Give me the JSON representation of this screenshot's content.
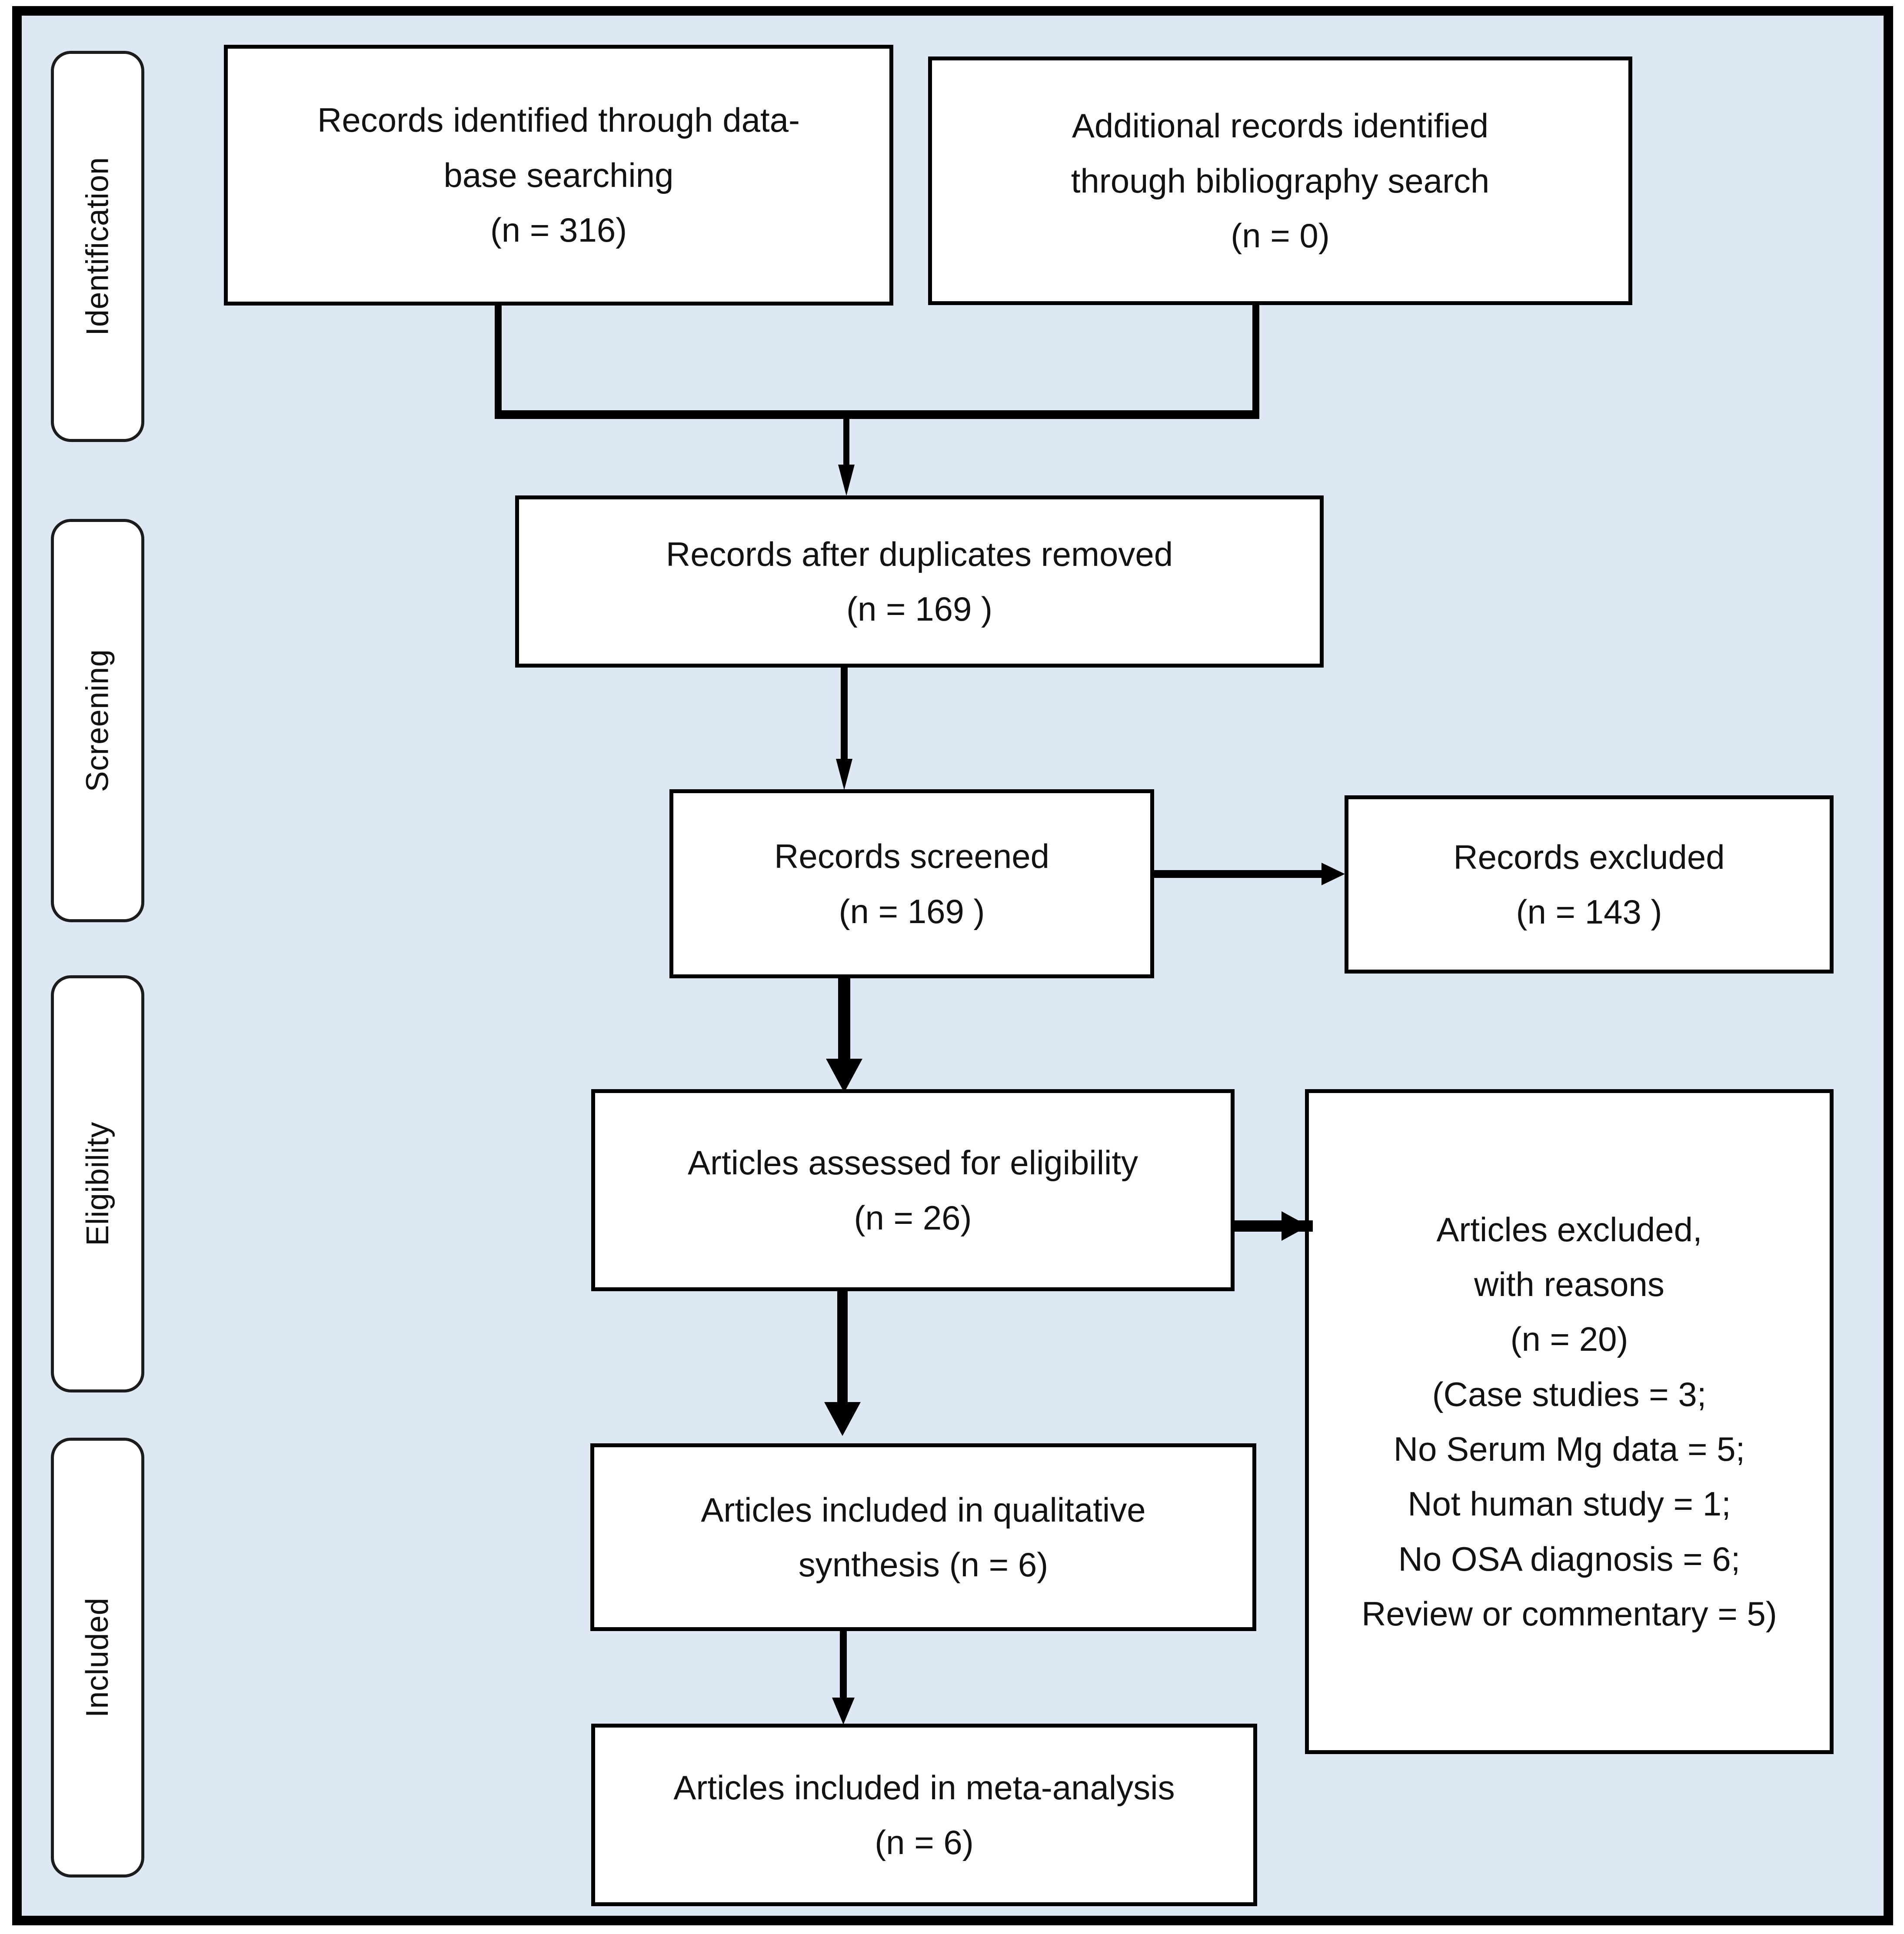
{
  "diagram": {
    "title": "PRISMA flow diagram",
    "background_color": "#dde8f4",
    "frame_border_color": "#000000",
    "box_fill_color": "#ffffff",
    "line_color": "#000000"
  },
  "stages": [
    {
      "id": "identification",
      "label": "Identification"
    },
    {
      "id": "screening",
      "label": "Screening"
    },
    {
      "id": "eligibility",
      "label": "Eligibility"
    },
    {
      "id": "included",
      "label": "Included"
    }
  ],
  "boxes": {
    "database_records": {
      "line1": "Records identified through data-",
      "line2": "base searching",
      "line3": "(n =  316)"
    },
    "bibliography_records": {
      "line1": "Additional records identified",
      "line2": "through bibliography search",
      "line3": "(n = 0)"
    },
    "after_duplicates": {
      "line1": "Records after duplicates removed",
      "line2": "(n = 169 )"
    },
    "records_screened": {
      "line1": "Records screened",
      "line2": "(n = 169 )"
    },
    "records_excluded": {
      "line1": "Records excluded",
      "line2": "(n = 143 )"
    },
    "assessed_eligibility": {
      "line1": "Articles assessed for eligibility",
      "line2": "(n = 26)"
    },
    "articles_excluded": {
      "line1": "Articles excluded,",
      "line2": "with reasons",
      "line3": "(n = 20)",
      "line4": "(Case studies = 3;",
      "line5": "No Serum Mg data = 5;",
      "line6": "Not human study = 1;",
      "line7": "No OSA diagnosis = 6;",
      "line8": "Review or commentary = 5)"
    },
    "qualitative_synthesis": {
      "line1": "Articles included in qualitative",
      "line2": "synthesis (n = 6)"
    },
    "meta_analysis": {
      "line1": "Articles included in meta-analysis",
      "line2": "(n = 6)"
    }
  },
  "chart_data": {
    "type": "diagram",
    "title": "PRISMA flow diagram",
    "nodes": [
      {
        "id": "database_records",
        "stage": "Identification",
        "label": "Records identified through data-base searching",
        "n": 316
      },
      {
        "id": "bibliography_records",
        "stage": "Identification",
        "label": "Additional records identified through bibliography search",
        "n": 0
      },
      {
        "id": "after_duplicates",
        "stage": "Screening",
        "label": "Records after duplicates removed",
        "n": 169
      },
      {
        "id": "records_screened",
        "stage": "Screening",
        "label": "Records screened",
        "n": 169
      },
      {
        "id": "records_excluded",
        "stage": "Screening",
        "label": "Records excluded",
        "n": 143
      },
      {
        "id": "assessed_eligibility",
        "stage": "Eligibility",
        "label": "Articles assessed for eligibility",
        "n": 26
      },
      {
        "id": "articles_excluded",
        "stage": "Eligibility",
        "label": "Articles excluded, with reasons",
        "n": 20,
        "reasons": [
          {
            "reason": "Case studies",
            "n": 3
          },
          {
            "reason": "No Serum Mg data",
            "n": 5
          },
          {
            "reason": "Not human study",
            "n": 1
          },
          {
            "reason": "No OSA diagnosis",
            "n": 6
          },
          {
            "reason": "Review or commentary",
            "n": 5
          }
        ]
      },
      {
        "id": "qualitative_synthesis",
        "stage": "Included",
        "label": "Articles included in qualitative synthesis",
        "n": 6
      },
      {
        "id": "meta_analysis",
        "stage": "Included",
        "label": "Articles included in meta-analysis",
        "n": 6
      }
    ],
    "edges": [
      {
        "from": "database_records",
        "to": "after_duplicates"
      },
      {
        "from": "bibliography_records",
        "to": "after_duplicates"
      },
      {
        "from": "after_duplicates",
        "to": "records_screened"
      },
      {
        "from": "records_screened",
        "to": "records_excluded"
      },
      {
        "from": "records_screened",
        "to": "assessed_eligibility"
      },
      {
        "from": "assessed_eligibility",
        "to": "articles_excluded"
      },
      {
        "from": "assessed_eligibility",
        "to": "qualitative_synthesis"
      },
      {
        "from": "qualitative_synthesis",
        "to": "meta_analysis"
      }
    ]
  }
}
